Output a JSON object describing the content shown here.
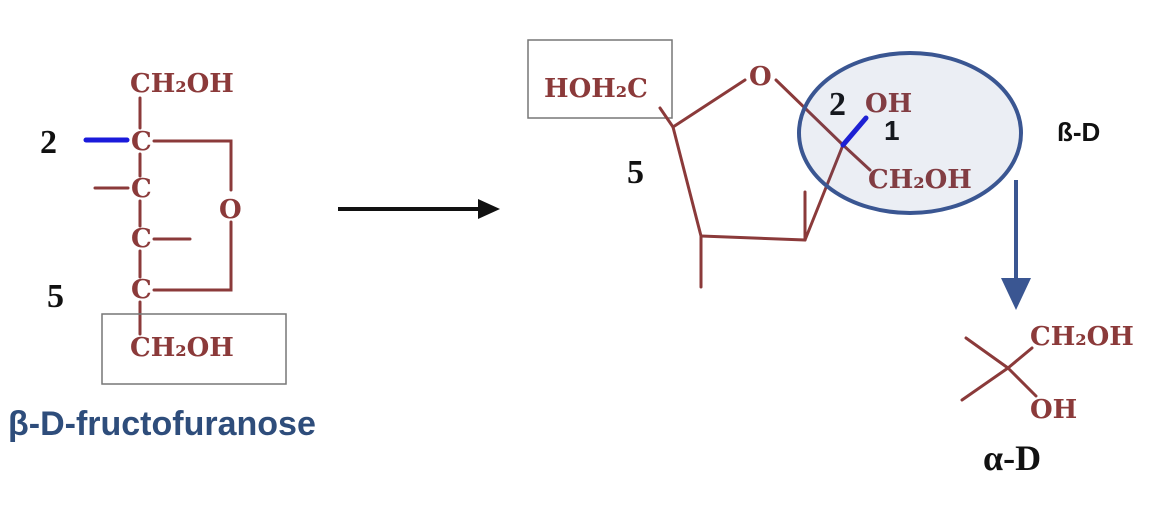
{
  "open_chain": {
    "c1_group": "CH₂OH",
    "c_label": "C",
    "ring_oxygen": "O",
    "c6_group": "CH₂OH",
    "position_2": "2",
    "position_5": "5",
    "name": "β-D-fructofuranose"
  },
  "ring_form": {
    "left_group": "HOH₂C",
    "ring_oxygen": "O",
    "anomeric_oh": "OH",
    "anomeric_ch2oh": "CH₂OH",
    "position_2": "2",
    "position_1": "1",
    "position_5": "5",
    "anomer_label": "ß-D"
  },
  "alpha_form": {
    "ch2oh": "CH₂OH",
    "oh": "OH",
    "label": "α-D"
  },
  "colors": {
    "structure": "#8b3a3a",
    "highlight_bond": "#1a1adb",
    "ellipse": "#3a5692",
    "name_text": "#2e4d7b"
  }
}
